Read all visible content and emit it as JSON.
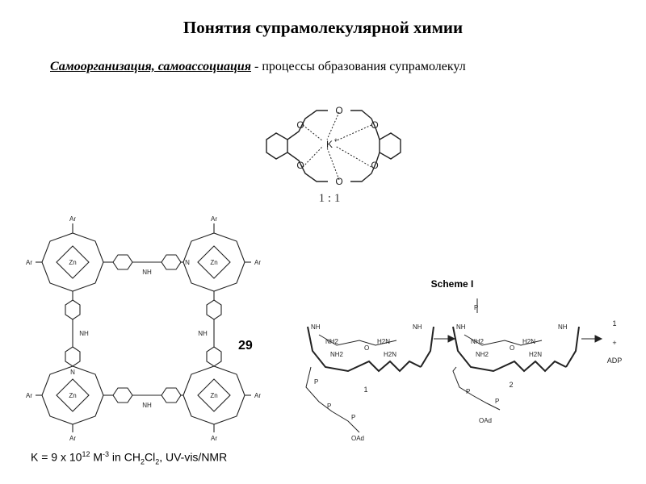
{
  "title": "Понятия супрамолекулярной химии",
  "definition": {
    "term": "Самоорганизация, самоассоциация",
    "text": " - процессы образования супрамолекул"
  },
  "crown": {
    "o_label": "O",
    "ion_label": "K",
    "ion_charge": "+",
    "ratio": "1 : 1"
  },
  "porphyrin_box": {
    "compound_number": "29",
    "metal": "Zn",
    "aryl": "Ar",
    "amide": "NH",
    "pyridine_n": "N",
    "equation": {
      "prefix": "K = 9 x 10",
      "exp": "12",
      "unit": " M",
      "unit_exp": "-3",
      "mid": " in CH",
      "sub": "2",
      "suffix": "Cl",
      "sub2": "2",
      "tail": ", UV-vis/NMR"
    }
  },
  "scheme": {
    "title": "Scheme I",
    "compound_1": "1",
    "compound_2": "2",
    "product_1": "1",
    "plus": "+",
    "adp": "ADP",
    "nh": "NH",
    "nh2": "NH2",
    "h2n": "H2N",
    "o": "O",
    "p": "P",
    "oad": "OAd"
  }
}
